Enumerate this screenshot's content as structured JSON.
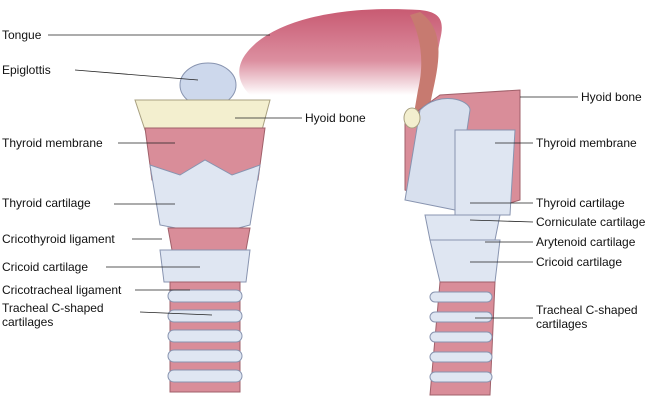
{
  "left_labels": {
    "tongue": "Tongue",
    "epiglottis": "Epiglottis",
    "thyroid_membrane": "Thyroid membrane",
    "thyroid_cartilage": "Thyroid cartilage",
    "cricothyroid_ligament": "Cricothyroid ligament",
    "cricoid_cartilage": "Cricoid cartilage",
    "cricotracheal_ligament": "Cricotracheal ligament",
    "tracheal_line1": "Tracheal C-shaped",
    "tracheal_line2": "cartilages"
  },
  "center_labels": {
    "hyoid_bone": "Hyoid bone"
  },
  "right_labels": {
    "hyoid_bone": "Hyoid bone",
    "thyroid_membrane": "Thyroid membrane",
    "thyroid_cartilage": "Thyroid cartilage",
    "corniculate_cartilage": "Corniculate cartilage",
    "arytenoid_cartilage": "Arytenoid cartilage",
    "cricoid_cartilage": "Cricoid cartilage",
    "tracheal_line1": "Tracheal C-shaped",
    "tracheal_line2": "cartilages"
  },
  "colors": {
    "muscle": "#d98d99",
    "cartilage": "#d8e0ee",
    "bone": "#f3efcf",
    "tongue": "#c85a72"
  }
}
